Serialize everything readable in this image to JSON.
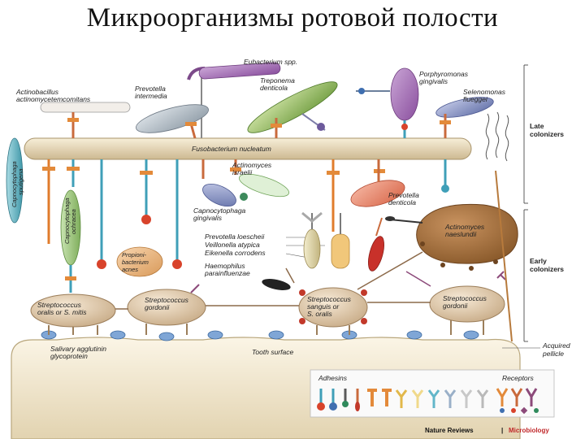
{
  "title": "Микроорганизмы ротовой полости",
  "organisms": {
    "eubacterium": "Eubacterium spp.",
    "actinobacillus": [
      "Actinobacillus",
      "actinomycetemcomitans"
    ],
    "prevotella_intermedia": [
      "Prevotella",
      "intermedia"
    ],
    "treponema": [
      "Treponema",
      "denticola"
    ],
    "porphyromonas": [
      "Porphyromonas",
      "gingivalis"
    ],
    "selenomonas": [
      "Selenomonas",
      "flueggei"
    ],
    "fusobacterium": "Fusobacterium nucleatum",
    "capnocytophaga_sputigena": [
      "Capnocytophaga",
      "sputigena"
    ],
    "capnocytophaga_ochracea": [
      "Capnocytophaga",
      "ochracea"
    ],
    "actinomyces_israelii": [
      "Actinomyces",
      "israelii"
    ],
    "capnocytophaga_gingivalis": [
      "Capnocytophaga",
      "gingivalis"
    ],
    "prevotella_denticola": [
      "Prevotella",
      "denticola"
    ],
    "actinomyces_naeslundii": [
      "Actinomyces",
      "naeslundii"
    ],
    "propionibacterium": [
      "Propioni-",
      "bacterium",
      "acnes"
    ],
    "prevotella_loescheii": "Prevotella loescheii",
    "veillonella": "Veillonella atypica",
    "eikenella": "Eikenella corrodens",
    "haemophilus": [
      "Haemophilus",
      "parainfluenzae"
    ],
    "strep_oralis_mitis": [
      "Streptococcus",
      "oralis or S. mitis"
    ],
    "strep_gordonii_left": [
      "Streptococcus",
      "gordonii"
    ],
    "strep_sanguis": [
      "Streptococcus",
      "sanguis or",
      "S. oralis"
    ],
    "strep_gordonii_right": [
      "Streptococcus",
      "gordonii"
    ]
  },
  "surface": {
    "salivary": [
      "Salivary agglutinin",
      "glycoprotein"
    ],
    "tooth": "Tooth surface",
    "pellicle": [
      "Acquired",
      "pellicle"
    ]
  },
  "side_labels": {
    "late": [
      "Late",
      "colonizers"
    ],
    "early": [
      "Early",
      "colonizers"
    ]
  },
  "legend": {
    "adhesins": "Adhesins",
    "receptors": "Receptors"
  },
  "credit": {
    "journal": "Nature Reviews",
    "separator": "|",
    "section": "Microbiology"
  },
  "colors": {
    "fusobacterium": "#e8dcc0",
    "tooth": "#f3ead2",
    "strep": "#e6d2b8",
    "naeslundii": "#a8743e",
    "adhesin_red": "#d8432b",
    "adhesin_blue": "#3f9fb8",
    "receptor_orange": "#e38a3a"
  }
}
